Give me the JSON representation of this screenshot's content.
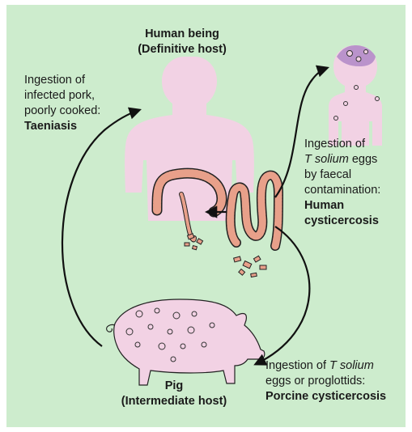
{
  "human_host": {
    "name": "Human being",
    "role": "(Definitive host)"
  },
  "pig_host": {
    "name": "Pig",
    "role": "(Intermediate host)"
  },
  "taeniasis": {
    "line1": "Ingestion of",
    "line2": "infected pork,",
    "line3": "poorly cooked:",
    "condition": "Taeniasis"
  },
  "human_cysticercosis": {
    "line1": "Ingestion of",
    "species": "T solium",
    "line2_rest": " eggs",
    "line3": "by faecal",
    "line4": "contamination:",
    "condition_line1": "Human",
    "condition_line2": "cysticercosis"
  },
  "porcine_cysticercosis": {
    "line1_start": "Ingestion of ",
    "species": "T solium",
    "line2": "eggs or proglottids:",
    "condition": "Porcine cysticercosis"
  },
  "colors": {
    "background": "#cdeccd",
    "body": "#f2d2e4",
    "worm": "#e8a08a",
    "cyst_head": "#b48cc8",
    "outline": "#222222"
  }
}
